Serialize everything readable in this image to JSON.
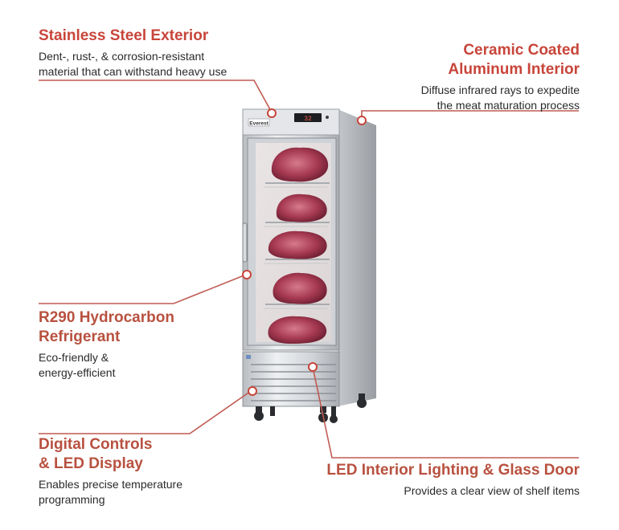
{
  "colors": {
    "accent": "#c8453a",
    "leader": "#c05a52",
    "text": "#2a2a2a"
  },
  "features": {
    "exterior": {
      "title": "Stainless Steel Exterior",
      "desc_lines": [
        "Dent-, rust-, & corrosion-resistant",
        "material that can withstand heavy use"
      ]
    },
    "interior": {
      "title_lines": [
        "Ceramic Coated",
        "Aluminum Interior"
      ],
      "desc_lines": [
        "Diffuse infrared rays to expedite",
        "the meat maturation process"
      ]
    },
    "refrigerant": {
      "title_lines": [
        "R290 Hydrocarbon",
        "Refrigerant"
      ],
      "desc_lines": [
        "Eco-friendly &",
        "energy-efficient"
      ]
    },
    "controls": {
      "title_lines": [
        "Digital Controls",
        "& LED Display"
      ],
      "desc_lines": [
        "Enables precise temperature",
        "programming"
      ]
    },
    "lighting": {
      "title": "LED Interior Lighting & Glass Door",
      "desc": "Provides a clear view of shelf items"
    }
  },
  "product": {
    "brand_label": "Everest",
    "display_readout": "32"
  }
}
